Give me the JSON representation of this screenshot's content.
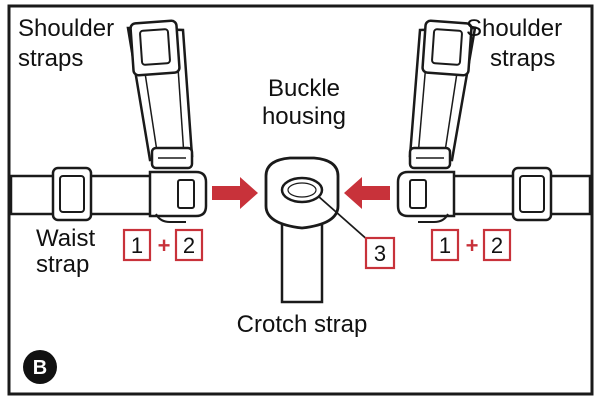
{
  "labels": {
    "shoulder_left_1": "Shoulder",
    "shoulder_left_2": "straps",
    "shoulder_right_1": "Shoulder",
    "shoulder_right_2": "straps",
    "buckle_1": "Buckle",
    "buckle_2": "housing",
    "waist_1": "Waist",
    "waist_2": "strap",
    "crotch": "Crotch strap"
  },
  "steps": {
    "left_first": "1",
    "left_plus": "+",
    "left_second": "2",
    "right_first": "1",
    "right_plus": "+",
    "right_second": "2",
    "release": "3"
  },
  "badge": "B",
  "icons": {
    "arrow_left": "arrow-right-icon",
    "arrow_right": "arrow-left-icon"
  },
  "colors": {
    "accent": "#c8323a",
    "line": "#1a1a1a",
    "badge_bg": "#111111"
  }
}
